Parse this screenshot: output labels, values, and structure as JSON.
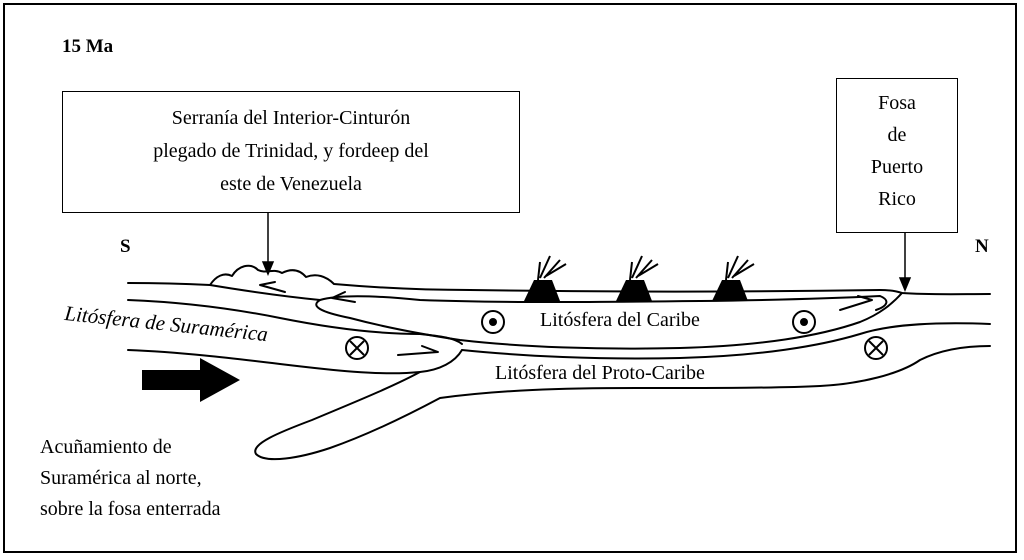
{
  "age_label": "15 Ma",
  "direction": {
    "south": "S",
    "north": "N"
  },
  "callout_serrania": {
    "lines": [
      "Serranía del Interior-Cinturón",
      "plegado de Trinidad, y fordeep del",
      "este de Venezuela"
    ]
  },
  "callout_fosa": {
    "lines": [
      "Fosa",
      "de",
      "Puerto",
      "Rico"
    ]
  },
  "plates": {
    "suramerica": "Litósfera de Suramérica",
    "caribe": "Litósfera del Caribe",
    "proto_caribe": "Litósfera del Proto-Caribe"
  },
  "wedge_note": {
    "lines": [
      "Acuñamiento de",
      "Suramérica al norte,",
      "sobre la fosa enterrada"
    ]
  },
  "icons": [
    "dot-in-circle-icon",
    "cross-in-circle-icon",
    "volcano-icon",
    "motion-arrow-icon"
  ],
  "colors": {
    "ink": "#000000",
    "background": "#ffffff"
  }
}
